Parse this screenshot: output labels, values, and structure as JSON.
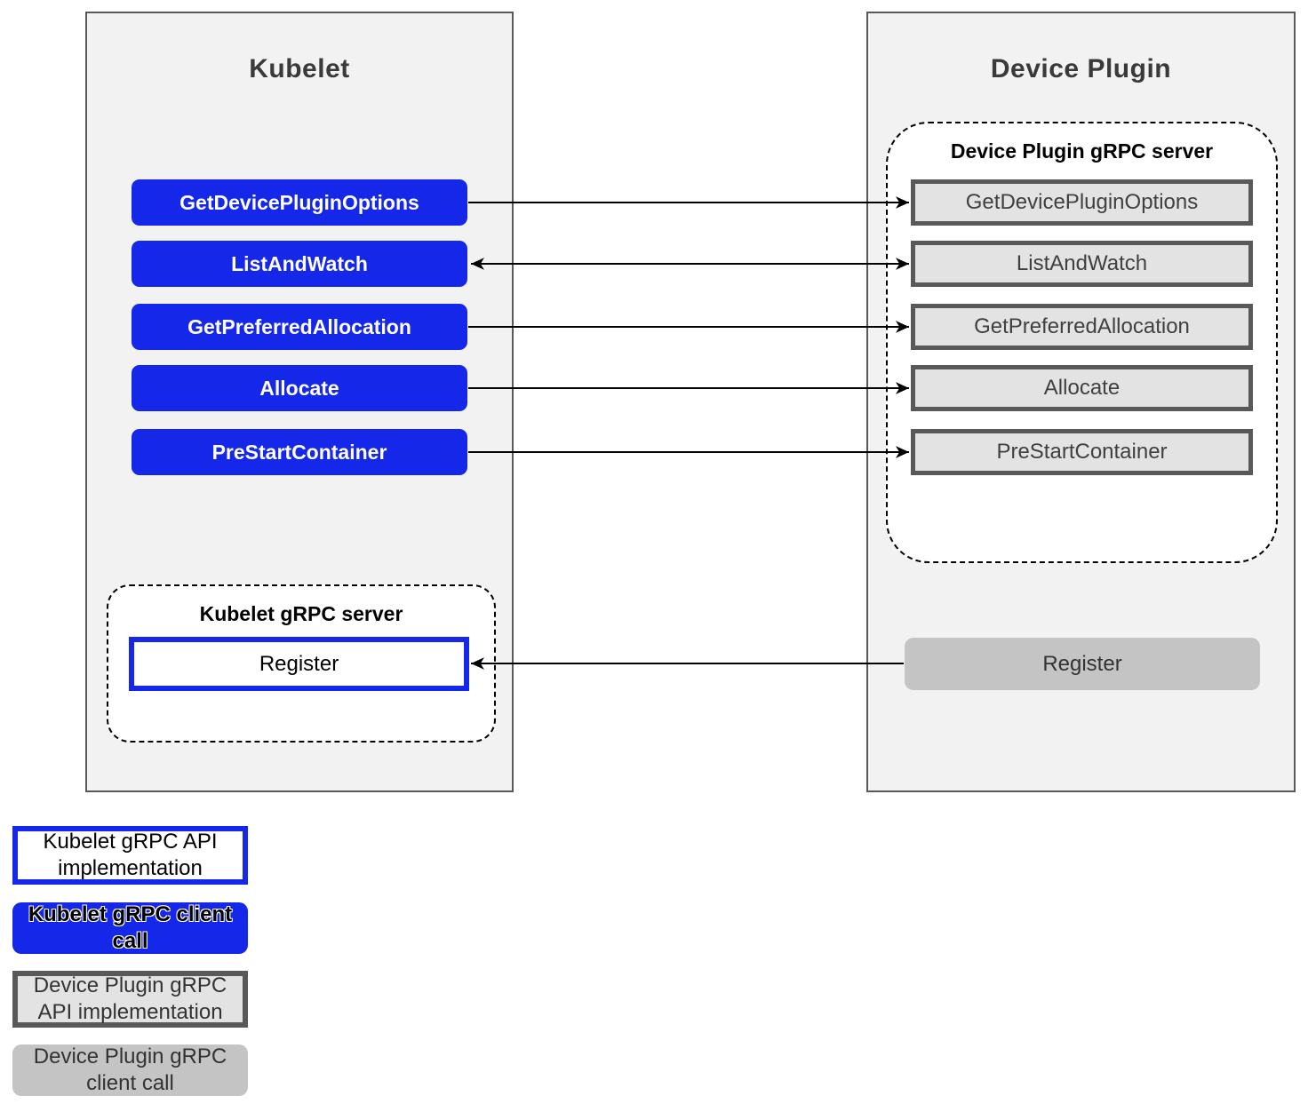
{
  "kubelet": {
    "title": "Kubelet",
    "client_calls": [
      "GetDevicePluginOptions",
      "ListAndWatch",
      "GetPreferredAllocation",
      "Allocate",
      "PreStartContainer"
    ],
    "grpc_server": {
      "title": "Kubelet gRPC server",
      "methods": [
        "Register"
      ]
    }
  },
  "device_plugin": {
    "title": "Device Plugin",
    "grpc_server": {
      "title": "Device Plugin gRPC server",
      "methods": [
        "GetDevicePluginOptions",
        "ListAndWatch",
        "GetPreferredAllocation",
        "Allocate",
        "PreStartContainer"
      ]
    },
    "client_calls": [
      "Register"
    ]
  },
  "arrows": [
    {
      "label": "GetDevicePluginOptions",
      "from": "Kubelet",
      "to": "Device Plugin",
      "direction": "right"
    },
    {
      "label": "ListAndWatch",
      "from": "Kubelet",
      "to": "Device Plugin",
      "direction": "both"
    },
    {
      "label": "GetPreferredAllocation",
      "from": "Kubelet",
      "to": "Device Plugin",
      "direction": "right"
    },
    {
      "label": "Allocate",
      "from": "Kubelet",
      "to": "Device Plugin",
      "direction": "right"
    },
    {
      "label": "PreStartContainer",
      "from": "Kubelet",
      "to": "Device Plugin",
      "direction": "right"
    },
    {
      "label": "Register",
      "from": "Device Plugin",
      "to": "Kubelet",
      "direction": "left"
    }
  ],
  "legend": [
    {
      "label": "Kubelet gRPC API implementation"
    },
    {
      "label": "Kubelet gRPC client call"
    },
    {
      "label": "Device Plugin gRPC API implementation"
    },
    {
      "label": "Device Plugin gRPC client call"
    }
  ],
  "colors": {
    "blue": "#1527e8",
    "panel_bg": "#f2f2f2",
    "panel_border": "#595959",
    "api_box_fill": "#e3e3e3",
    "api_box_border": "#595959",
    "client_call_gray": "#c4c4c4",
    "arrow": "#000000"
  }
}
